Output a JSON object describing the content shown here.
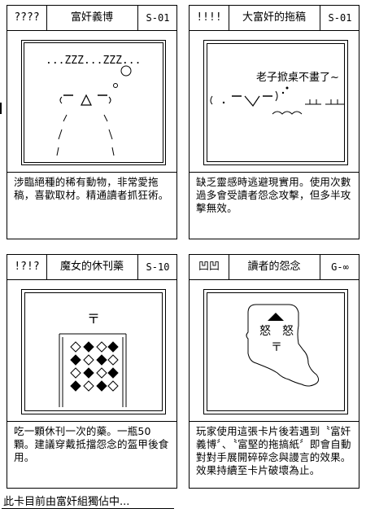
{
  "cards": [
    {
      "symbol": "????",
      "name": "富奸義博",
      "code": "S-01",
      "art": {
        "zzz": "...ZZZ...ZZZ..."
      },
      "description": "涉臨絕種的稀有動物，非常愛拖稿，喜歡取材。精通讀者抓狂術。"
    },
    {
      "symbol": "!!!!",
      "name": "大富奸的拖稿",
      "code": "S-01",
      "art": {
        "quote": "老子掀桌不畫了~"
      },
      "description": "缺乏靈感時逃避現實用。使用次數過多會受讀者怨念攻擊，但多半攻擊無效。"
    },
    {
      "symbol": "!?!?",
      "name": "魔女的休刊藥",
      "code": "S-10",
      "art": {
        "cap": "〒"
      },
      "description": "吃一顆休刊一次的藥。一瓶50顆。建議穿戴抵擋怨念的盔甲後食用。"
    },
    {
      "symbol": "凹凹",
      "name": "讀者的怨念",
      "code": "G-∞",
      "art": {
        "left_glyph": "怒",
        "right_glyph": "怒",
        "bottom_glyph": "〒"
      },
      "description": "玩家使用這張卡片後若遇到〝富奸義博〞、〝富堅的拖搞紙〞即會自動對對手展開碎碎念與謾言的效果。效果持續至卡片破壞為止。"
    }
  ],
  "footer": "此卡目前由富奸組獨佔中..."
}
